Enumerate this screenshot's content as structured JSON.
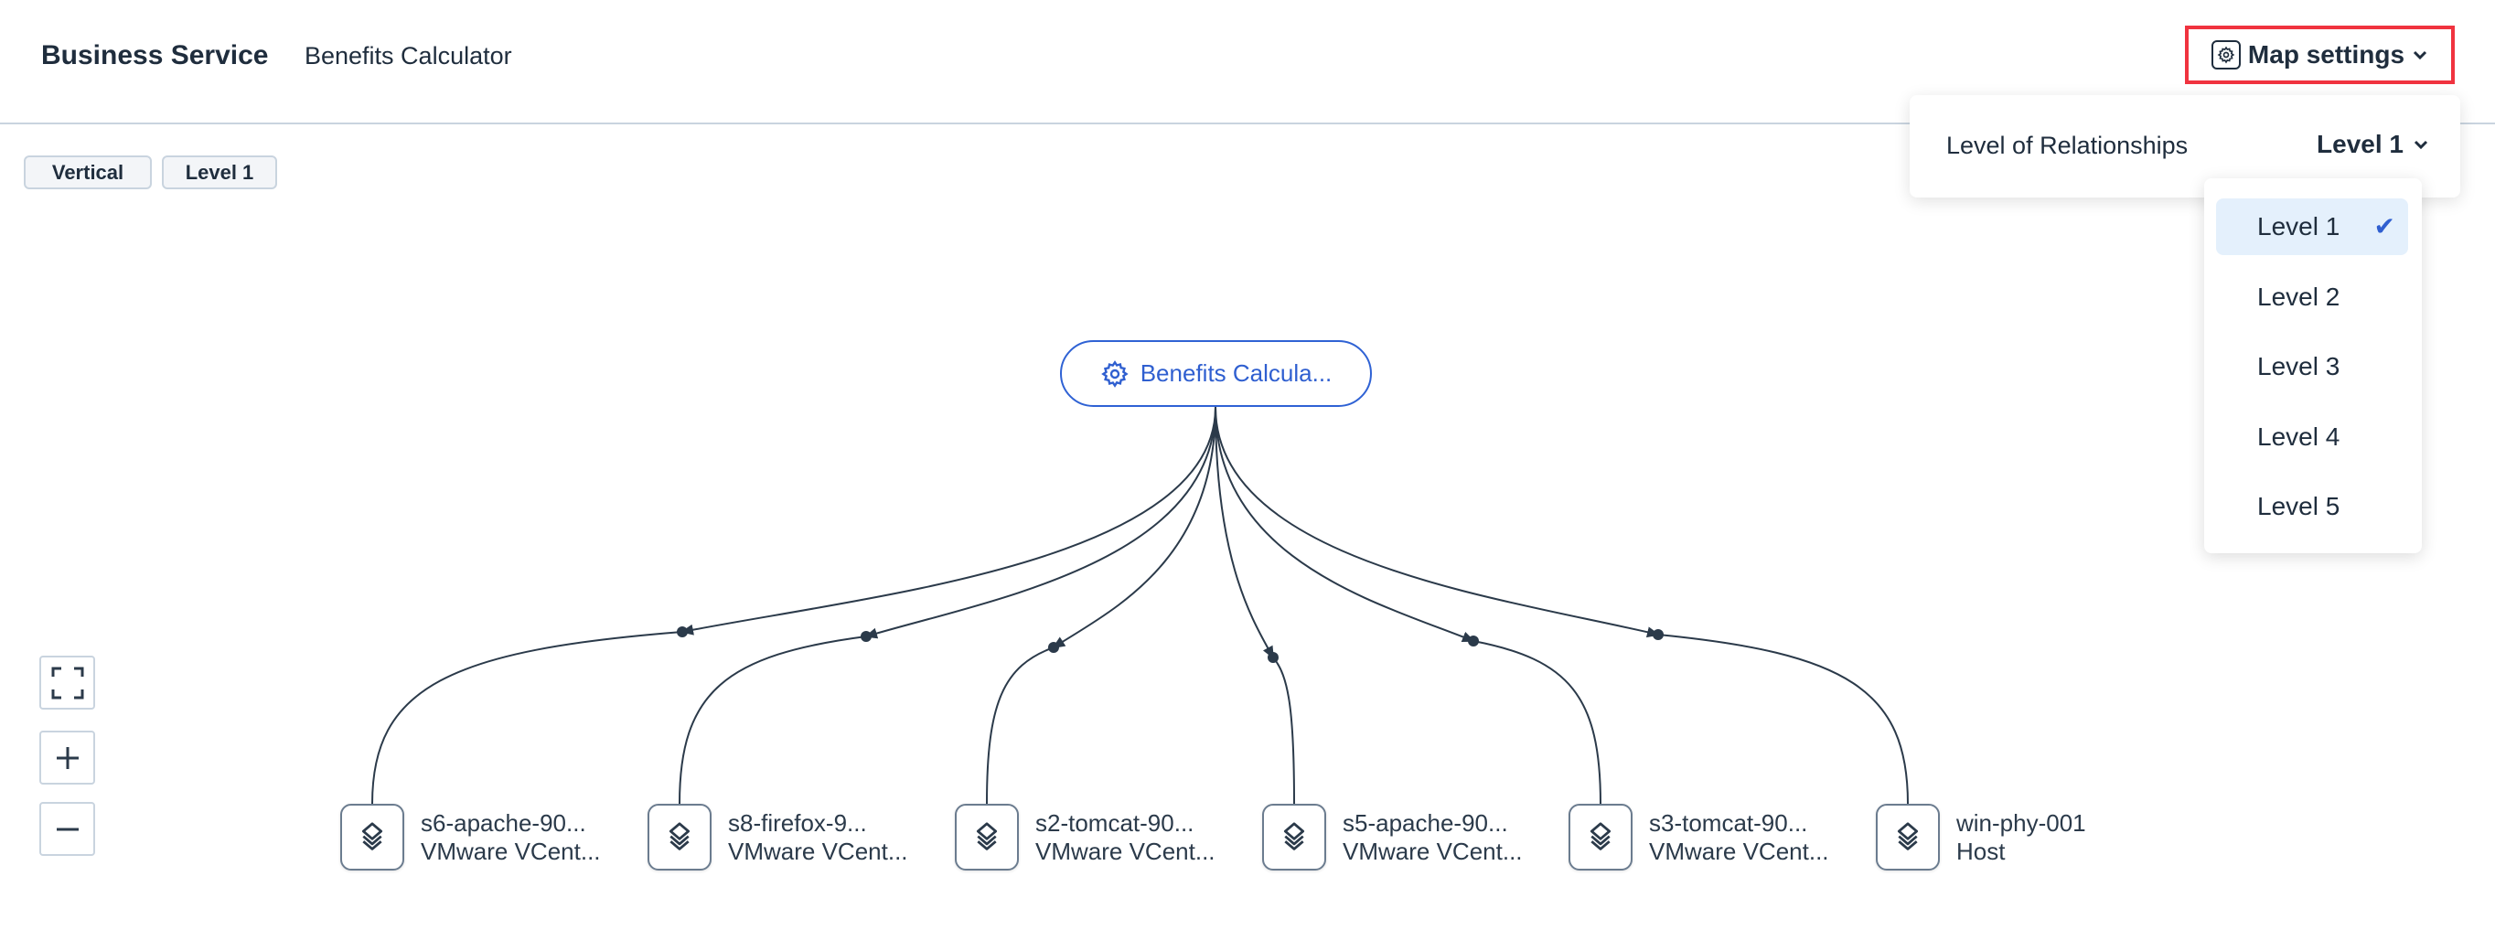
{
  "header": {
    "title": "Business Service",
    "subtitle": "Benefits Calculator"
  },
  "chips": [
    "Vertical",
    "Level 1"
  ],
  "map_settings": {
    "label": "Map settings",
    "icon": "gear-icon"
  },
  "settings_panel": {
    "label": "Level of Relationships",
    "selected": "Level 1"
  },
  "level_options": [
    {
      "label": "Level 1",
      "selected": true
    },
    {
      "label": "Level 2",
      "selected": false
    },
    {
      "label": "Level 3",
      "selected": false
    },
    {
      "label": "Level 4",
      "selected": false
    },
    {
      "label": "Level 5",
      "selected": false
    }
  ],
  "colors": {
    "accent": "#2f62d4",
    "highlight_border": "#f0333f",
    "edge": "#2b3a4a",
    "selected_bg": "#e4f0fc"
  },
  "map": {
    "root": {
      "label": "Benefits Calcula...",
      "icon": "gear-icon"
    },
    "children": [
      {
        "name": "s6-apache-90...",
        "type": "VMware VCent...",
        "icon": "layers-icon"
      },
      {
        "name": "s8-firefox-9...",
        "type": "VMware VCent...",
        "icon": "layers-icon"
      },
      {
        "name": "s2-tomcat-90...",
        "type": "VMware VCent...",
        "icon": "layers-icon"
      },
      {
        "name": "s5-apache-90...",
        "type": "VMware VCent...",
        "icon": "layers-icon"
      },
      {
        "name": "s3-tomcat-90...",
        "type": "VMware VCent...",
        "icon": "layers-icon"
      },
      {
        "name": "win-phy-001",
        "type": "Host",
        "icon": "layers-icon"
      }
    ]
  },
  "zoom_controls": [
    "fit-screen",
    "zoom-in",
    "zoom-out"
  ]
}
